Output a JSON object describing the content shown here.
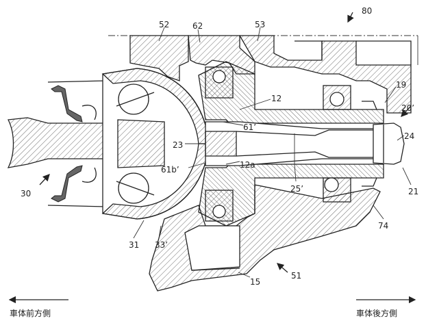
{
  "labels": {
    "l80": "80",
    "l52": "52",
    "l62": "62",
    "l53": "53",
    "l12": "12",
    "l19": "19",
    "l20p": "20’",
    "l61p": "61’",
    "l23": "23",
    "l24": "24",
    "l61b": "61b’",
    "l12a": "12a",
    "l30": "30",
    "l25p": "25’",
    "l21": "21",
    "l74": "74",
    "l31": "31",
    "l33p": "33’",
    "l15": "15",
    "l51": "51"
  },
  "directions": {
    "front": "車体前方側",
    "rear": "車体後方側"
  }
}
